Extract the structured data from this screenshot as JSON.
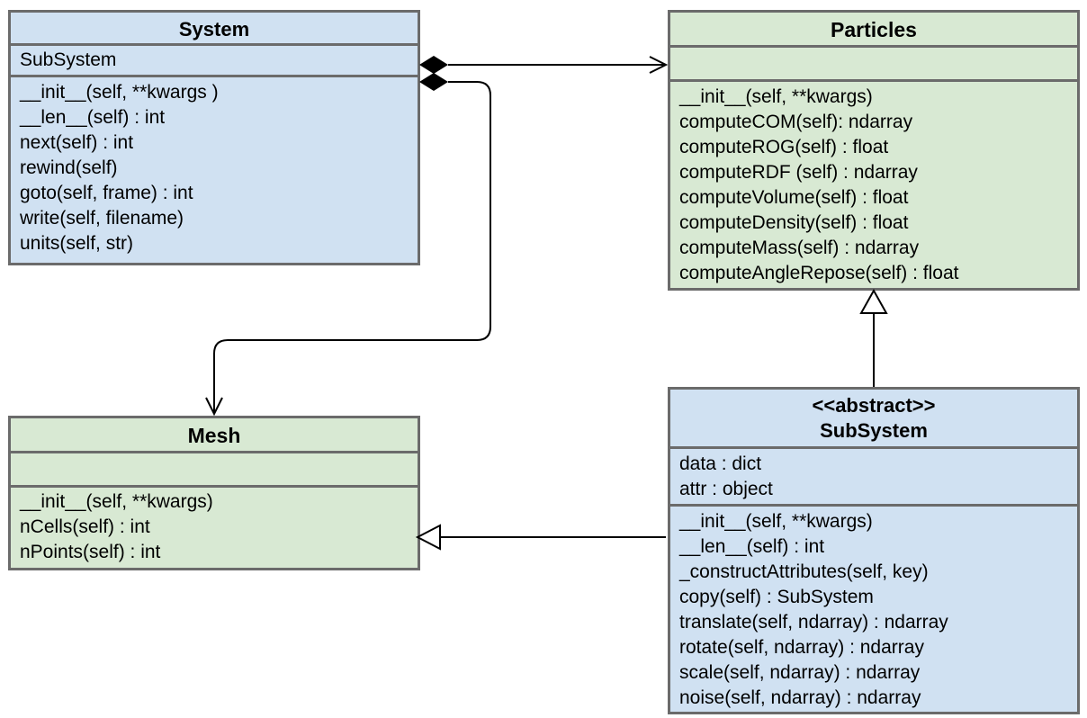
{
  "classes": {
    "system": {
      "name": "System",
      "attributes": [
        "SubSystem"
      ],
      "methods": [
        "__init__(self, **kwargs )",
        "__len__(self) : int",
        "next(self) : int",
        "rewind(self)",
        "goto(self, frame) : int",
        "write(self, filename)",
        "units(self, str)"
      ]
    },
    "particles": {
      "name": "Particles",
      "attributes": [],
      "methods": [
        "__init__(self, **kwargs)",
        "computeCOM(self): ndarray",
        "computeROG(self) : float",
        "computeRDF (self) : ndarray",
        "computeVolume(self) : float",
        "computeDensity(self) : float",
        "computeMass(self) : ndarray",
        "computeAngleRepose(self) : float"
      ]
    },
    "mesh": {
      "name": "Mesh",
      "attributes": [],
      "methods": [
        "__init__(self, **kwargs)",
        "nCells(self) : int",
        "nPoints(self) : int"
      ]
    },
    "subsystem": {
      "stereotype": "<<abstract>>",
      "name": "SubSystem",
      "attributes": [
        "data : dict",
        "attr : object"
      ],
      "methods": [
        "__init__(self, **kwargs)",
        "__len__(self) : int",
        "_constructAttributes(self, key)",
        "copy(self) : SubSystem",
        "translate(self, ndarray) : ndarray",
        "rotate(self, ndarray) : ndarray",
        "scale(self, ndarray) : ndarray",
        "noise(self, ndarray) : ndarray"
      ]
    }
  },
  "colors": {
    "blue_fill": "#d0e1f2",
    "green_fill": "#d8e9d3",
    "border": "#6b6b6b",
    "line": "#000000"
  }
}
